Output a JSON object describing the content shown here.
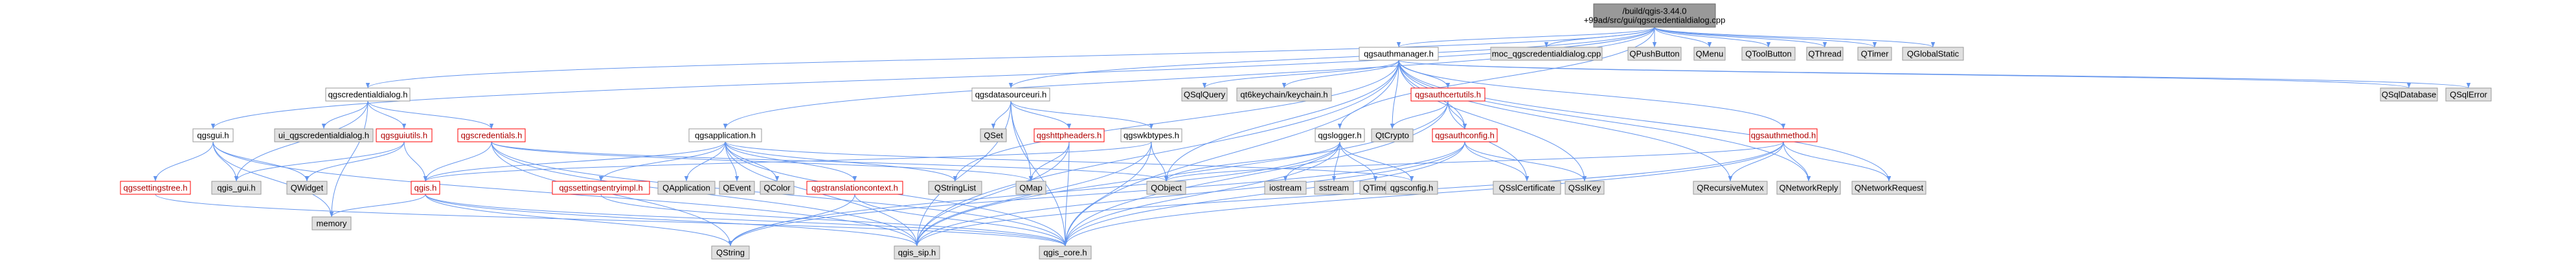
{
  "diagram": {
    "title": "",
    "colors": {
      "background": "#ffffff",
      "edge": "#6495ed",
      "root_fill": "#999999",
      "root_stroke": "#666666",
      "plain_fill": "#e0e0e0",
      "plain_stroke": "#999999",
      "linked_fill": "#ffffff",
      "linked_stroke": "#ff0000",
      "text": "#000000",
      "linked_text": "#b00000"
    },
    "root": {
      "id": "root",
      "lines": [
        "/build/qgis-3.44.0",
        "+99ad/src/gui/qgscredentialdialog.cpp"
      ]
    },
    "nodes": [
      {
        "id": "qgsauthmanager",
        "label": "qgsauthmanager.h",
        "kind": "linked-black"
      },
      {
        "id": "moc",
        "label": "moc_qgscredentialdialog.cpp",
        "kind": "plain"
      },
      {
        "id": "QPushButton",
        "label": "QPushButton",
        "kind": "plain"
      },
      {
        "id": "QMenu",
        "label": "QMenu",
        "kind": "plain"
      },
      {
        "id": "QToolButton",
        "label": "QToolButton",
        "kind": "plain"
      },
      {
        "id": "QThread",
        "label": "QThread",
        "kind": "plain"
      },
      {
        "id": "QTimer",
        "label": "QTimer",
        "kind": "plain"
      },
      {
        "id": "QGlobalStatic",
        "label": "QGlobalStatic",
        "kind": "plain"
      },
      {
        "id": "qgscredentialdialog",
        "label": "qgscredentialdialog.h",
        "kind": "linked-black"
      },
      {
        "id": "qgsdatasourceuri",
        "label": "qgsdatasourceuri.h",
        "kind": "linked-black"
      },
      {
        "id": "QSqlQuery",
        "label": "QSqlQuery",
        "kind": "plain"
      },
      {
        "id": "qt6keychain",
        "label": "qt6keychain/keychain.h",
        "kind": "plain"
      },
      {
        "id": "qgsauthcertutils",
        "label": "qgsauthcertutils.h",
        "kind": "linked"
      },
      {
        "id": "QSqlDatabase",
        "label": "QSqlDatabase",
        "kind": "plain"
      },
      {
        "id": "QSqlError",
        "label": "QSqlError",
        "kind": "plain"
      },
      {
        "id": "qgsgui",
        "label": "qgsgui.h",
        "kind": "linked-black"
      },
      {
        "id": "ui_qgscredentialdialog",
        "label": "ui_qgscredentialdialog.h",
        "kind": "plain"
      },
      {
        "id": "qgsguiutils",
        "label": "qgsguiutils.h",
        "kind": "linked"
      },
      {
        "id": "qgscredentials",
        "label": "qgscredentials.h",
        "kind": "linked"
      },
      {
        "id": "QSet",
        "label": "QSet",
        "kind": "plain"
      },
      {
        "id": "qgshttpheaders",
        "label": "qgshttpheaders.h",
        "kind": "linked"
      },
      {
        "id": "qgswkbtypes",
        "label": "qgswkbtypes.h",
        "kind": "linked-black"
      },
      {
        "id": "qgslogger",
        "label": "qgslogger.h",
        "kind": "linked-black"
      },
      {
        "id": "QtCrypto",
        "label": "QtCrypto",
        "kind": "plain"
      },
      {
        "id": "qgsauthconfig",
        "label": "qgsauthconfig.h",
        "kind": "linked"
      },
      {
        "id": "qgsauthmethod",
        "label": "qgsauthmethod.h",
        "kind": "linked"
      },
      {
        "id": "qgsapplication",
        "label": "qgsapplication.h",
        "kind": "linked-black"
      },
      {
        "id": "qgssettingstree",
        "label": "qgssettingstree.h",
        "kind": "linked"
      },
      {
        "id": "qgis_gui",
        "label": "qgis_gui.h",
        "kind": "plain"
      },
      {
        "id": "QWidget",
        "label": "QWidget",
        "kind": "plain"
      },
      {
        "id": "qgis",
        "label": "qgis.h",
        "kind": "linked"
      },
      {
        "id": "qgssettingsentryimpl",
        "label": "qgssettingsentryimpl.h",
        "kind": "linked"
      },
      {
        "id": "QApplication",
        "label": "QApplication",
        "kind": "plain"
      },
      {
        "id": "QEvent",
        "label": "QEvent",
        "kind": "plain"
      },
      {
        "id": "QColor",
        "label": "QColor",
        "kind": "plain"
      },
      {
        "id": "qgstranslationcontext",
        "label": "qgstranslationcontext.h",
        "kind": "linked"
      },
      {
        "id": "QStringList",
        "label": "QStringList",
        "kind": "plain"
      },
      {
        "id": "QMap",
        "label": "QMap",
        "kind": "plain"
      },
      {
        "id": "QObject",
        "label": "QObject",
        "kind": "plain"
      },
      {
        "id": "iostream",
        "label": "iostream",
        "kind": "plain"
      },
      {
        "id": "sstream",
        "label": "sstream",
        "kind": "plain"
      },
      {
        "id": "QTime",
        "label": "QTime",
        "kind": "plain"
      },
      {
        "id": "qgsconfig",
        "label": "qgsconfig.h",
        "kind": "plain"
      },
      {
        "id": "QSslCertificate",
        "label": "QSslCertificate",
        "kind": "plain"
      },
      {
        "id": "QSslKey",
        "label": "QSslKey",
        "kind": "plain"
      },
      {
        "id": "QRecursiveMutex",
        "label": "QRecursiveMutex",
        "kind": "plain"
      },
      {
        "id": "QNetworkReply",
        "label": "QNetworkReply",
        "kind": "plain"
      },
      {
        "id": "QNetworkRequest",
        "label": "QNetworkRequest",
        "kind": "plain"
      },
      {
        "id": "memory",
        "label": "memory",
        "kind": "plain"
      },
      {
        "id": "QString",
        "label": "QString",
        "kind": "plain"
      },
      {
        "id": "qgis_sip",
        "label": "qgis_sip.h",
        "kind": "plain"
      },
      {
        "id": "qgis_core",
        "label": "qgis_core.h",
        "kind": "plain"
      }
    ],
    "edges": [
      [
        "root",
        "qgsauthmanager"
      ],
      [
        "root",
        "moc"
      ],
      [
        "root",
        "QPushButton"
      ],
      [
        "root",
        "QMenu"
      ],
      [
        "root",
        "QToolButton"
      ],
      [
        "root",
        "QThread"
      ],
      [
        "root",
        "QTimer"
      ],
      [
        "root",
        "QGlobalStatic"
      ],
      [
        "root",
        "qgscredentialdialog"
      ],
      [
        "root",
        "qgsdatasourceuri"
      ],
      [
        "root",
        "qgsgui"
      ],
      [
        "root",
        "qgsapplication"
      ],
      [
        "root",
        "qgslogger"
      ],
      [
        "qgsauthmanager",
        "QSqlQuery"
      ],
      [
        "qgsauthmanager",
        "qt6keychain"
      ],
      [
        "qgsauthmanager",
        "qgsauthcertutils"
      ],
      [
        "qgsauthmanager",
        "QSqlDatabase"
      ],
      [
        "qgsauthmanager",
        "QSqlError"
      ],
      [
        "qgsauthmanager",
        "QtCrypto"
      ],
      [
        "qgsauthmanager",
        "qgsauthconfig"
      ],
      [
        "qgsauthmanager",
        "qgsauthmethod"
      ],
      [
        "qgsauthmanager",
        "QSslKey"
      ],
      [
        "qgsauthmanager",
        "QRecursiveMutex"
      ],
      [
        "qgsauthmanager",
        "QNetworkReply"
      ],
      [
        "qgsauthmanager",
        "QNetworkRequest"
      ],
      [
        "qgsauthmanager",
        "QStringList"
      ],
      [
        "qgsauthmanager",
        "QObject"
      ],
      [
        "qgsauthmanager",
        "qgis_sip"
      ],
      [
        "qgsauthmanager",
        "qgis_core"
      ],
      [
        "qgscredentialdialog",
        "ui_qgscredentialdialog"
      ],
      [
        "qgscredentialdialog",
        "qgsguiutils"
      ],
      [
        "qgscredentialdialog",
        "qgscredentials"
      ],
      [
        "qgscredentialdialog",
        "qgis_gui"
      ],
      [
        "qgscredentialdialog",
        "memory"
      ],
      [
        "qgsdatasourceuri",
        "QSet"
      ],
      [
        "qgsdatasourceuri",
        "qgshttpheaders"
      ],
      [
        "qgsdatasourceuri",
        "qgswkbtypes"
      ],
      [
        "qgsdatasourceuri",
        "QMap"
      ],
      [
        "qgsdatasourceuri",
        "qgis_sip"
      ],
      [
        "qgsdatasourceuri",
        "qgis_core"
      ],
      [
        "qgsauthcertutils",
        "QtCrypto"
      ],
      [
        "qgsauthcertutils",
        "qgsauthconfig"
      ],
      [
        "qgsauthcertutils",
        "QSslCertificate"
      ],
      [
        "qgsauthcertutils",
        "qgis_sip"
      ],
      [
        "qgsauthcertutils",
        "qgis_core"
      ],
      [
        "qgsgui",
        "qgssettingstree"
      ],
      [
        "qgsgui",
        "qgis_gui"
      ],
      [
        "qgsgui",
        "QWidget"
      ],
      [
        "qgsgui",
        "qgis_sip"
      ],
      [
        "qgsgui",
        "memory"
      ],
      [
        "qgsguiutils",
        "qgis_gui"
      ],
      [
        "qgsguiutils",
        "QWidget"
      ],
      [
        "qgsguiutils",
        "qgis"
      ],
      [
        "qgscredentials",
        "qgis"
      ],
      [
        "qgscredentials",
        "QObject"
      ],
      [
        "qgscredentials",
        "QMap"
      ],
      [
        "qgscredentials",
        "qgis_core"
      ],
      [
        "qgscredentials",
        "qgis_sip"
      ],
      [
        "qgscredentials",
        "QString"
      ],
      [
        "qgshttpheaders",
        "QMap"
      ],
      [
        "qgshttpheaders",
        "qgis_core"
      ],
      [
        "qgshttpheaders",
        "qgis_sip"
      ],
      [
        "qgswkbtypes",
        "QObject"
      ],
      [
        "qgswkbtypes",
        "qgis"
      ],
      [
        "qgswkbtypes",
        "qgis_core"
      ],
      [
        "qgswkbtypes",
        "qgis_sip"
      ],
      [
        "qgslogger",
        "iostream"
      ],
      [
        "qgslogger",
        "sstream"
      ],
      [
        "qgslogger",
        "QTime"
      ],
      [
        "qgslogger",
        "qgsconfig"
      ],
      [
        "qgslogger",
        "QObject"
      ],
      [
        "qgslogger",
        "qgis_core"
      ],
      [
        "qgslogger",
        "QString"
      ],
      [
        "qgsauthconfig",
        "QSslCertificate"
      ],
      [
        "qgsauthconfig",
        "QSslKey"
      ],
      [
        "qgsauthconfig",
        "qgis_core"
      ],
      [
        "qgsauthconfig",
        "qgis_sip"
      ],
      [
        "qgsauthconfig",
        "QString"
      ],
      [
        "qgsauthmethod",
        "QRecursiveMutex"
      ],
      [
        "qgsauthmethod",
        "QNetworkReply"
      ],
      [
        "qgsauthmethod",
        "QNetworkRequest"
      ],
      [
        "qgsauthmethod",
        "QObject"
      ],
      [
        "qgsauthmethod",
        "qgis_core"
      ],
      [
        "qgsauthmethod",
        "qgis_sip"
      ],
      [
        "qgsapplication",
        "qgssettingsentryimpl"
      ],
      [
        "qgsapplication",
        "QApplication"
      ],
      [
        "qgsapplication",
        "QEvent"
      ],
      [
        "qgsapplication",
        "QColor"
      ],
      [
        "qgsapplication",
        "qgstranslationcontext"
      ],
      [
        "qgsapplication",
        "QStringList"
      ],
      [
        "qgsapplication",
        "qgsconfig"
      ],
      [
        "qgsapplication",
        "qgis"
      ],
      [
        "qgsapplication",
        "qgis_core"
      ],
      [
        "qgsapplication",
        "qgis_sip"
      ],
      [
        "qgis",
        "memory"
      ],
      [
        "qgis",
        "QString"
      ],
      [
        "qgis",
        "qgis_sip"
      ],
      [
        "qgis",
        "qgis_core"
      ],
      [
        "qgssettingsentryimpl",
        "qgis_core"
      ],
      [
        "qgstranslationcontext",
        "QString"
      ],
      [
        "qgstranslationcontext",
        "qgis_core"
      ],
      [
        "qgssettingstree",
        "qgis_core"
      ]
    ]
  }
}
